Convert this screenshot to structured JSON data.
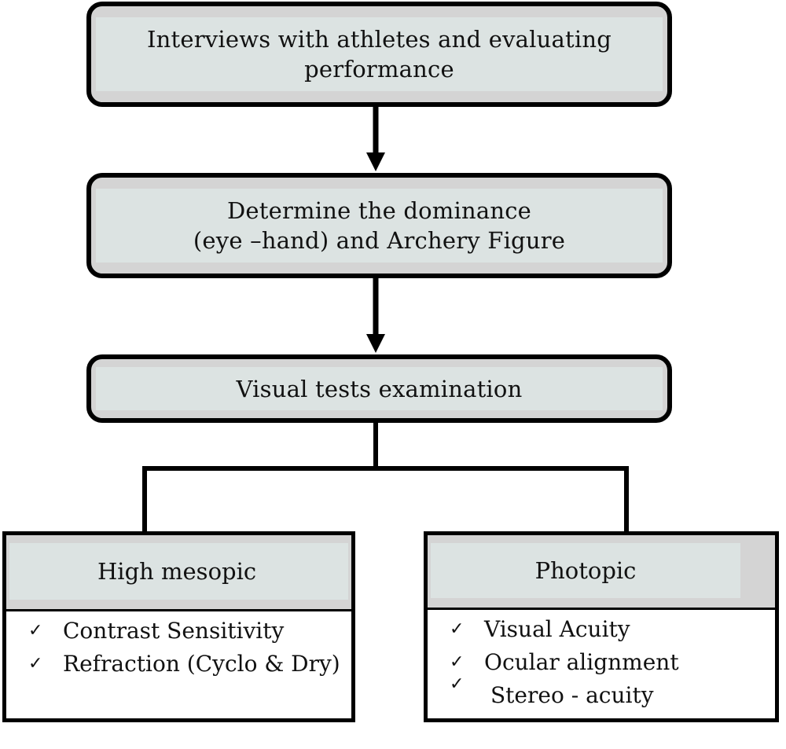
{
  "flow": {
    "step1": {
      "line1": "Interviews with athletes and evaluating",
      "line2": "performance"
    },
    "step2": {
      "line1": "Determine the dominance",
      "line2": "(eye –hand) and Archery Figure"
    },
    "step3": {
      "label": "Visual tests examination"
    }
  },
  "branches": {
    "left": {
      "title": "High mesopic",
      "items": [
        "Contrast Sensitivity",
        "Refraction (Cyclo & Dry)"
      ]
    },
    "right": {
      "title": "Photopic",
      "items": [
        "Visual Acuity",
        "Ocular alignment",
        "Stereo - acuity"
      ]
    }
  },
  "icons": {
    "check": "checkmark-icon",
    "arrow": "arrow-down-icon"
  },
  "colors": {
    "box_fill": "#dce3e2",
    "box_shadow": "#d4d4d4",
    "stroke": "#000000"
  }
}
